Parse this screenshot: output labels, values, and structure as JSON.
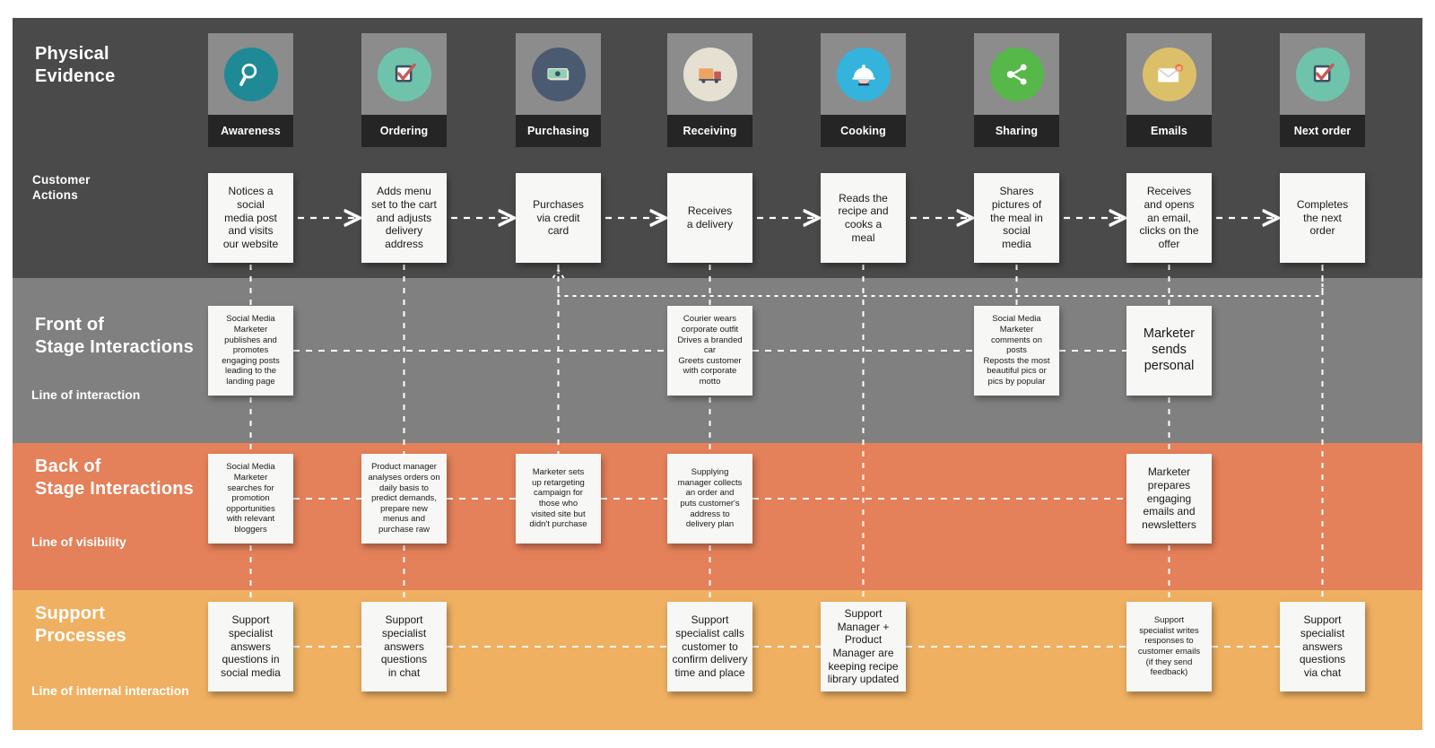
{
  "colors": {
    "band_physical": "#4a4a4a",
    "band_front": "#808080",
    "band_back": "#e4805a",
    "band_support": "#efb061",
    "tile_icon_bg": "#8c8c8c",
    "tile_caption_bg": "#252525",
    "card_bg": "#f7f7f5",
    "teal": "#1f8a96",
    "mint": "#6fc3ab",
    "navy": "#4a5a70",
    "cream": "#e6e0d2",
    "blue": "#34b3dc",
    "green": "#55b848",
    "gold": "#dcc069",
    "orange_icon": "#eda463",
    "red": "#c65a54",
    "connector": "#ffffff"
  },
  "rows": {
    "physical_evidence": {
      "title": "Physical\nEvidence"
    },
    "customer_actions": {
      "title": "Customer\nActions"
    },
    "front_stage": {
      "title": "Front of\nStage Interactions"
    },
    "back_stage": {
      "title": "Back of\nStage Interactions"
    },
    "support": {
      "title": "Support\nProcesses"
    }
  },
  "lines": {
    "interaction": "Line of interaction",
    "visibility": "Line of visibility",
    "internal": "Line of internal interaction"
  },
  "stages": [
    {
      "label": "Awareness",
      "icon": "magnifier-icon",
      "circle": "teal"
    },
    {
      "label": "Ordering",
      "icon": "checkbox-tick-icon",
      "circle": "mint"
    },
    {
      "label": "Purchasing",
      "icon": "banknotes-icon",
      "circle": "navy"
    },
    {
      "label": "Receiving",
      "icon": "delivery-truck-icon",
      "circle": "cream"
    },
    {
      "label": "Cooking",
      "icon": "cloche-dish-icon",
      "circle": "blue"
    },
    {
      "label": "Sharing",
      "icon": "share-nodes-icon",
      "circle": "green"
    },
    {
      "label": "Emails",
      "icon": "envelope-alert-icon",
      "circle": "gold"
    },
    {
      "label": "Next order",
      "icon": "checkbox-tick-icon",
      "circle": "mint"
    }
  ],
  "customer_actions": [
    "Notices a\nsocial\nmedia post\nand visits\nour website",
    "Adds menu\nset to the cart\nand adjusts\ndelivery\naddress",
    "Purchases\nvia credit\ncard",
    "Receives\na delivery",
    "Reads the\nrecipe and\ncooks a\nmeal",
    "Shares\npictures of\nthe meal in\nsocial\nmedia",
    "Receives\nand opens\nan email,\nclicks on the\noffer",
    "Completes\nthe next\norder"
  ],
  "front_stage": [
    "Social Media\nMarketer\npublishes and\npromotes\nengaging posts\nleading to the\nlanding page",
    null,
    null,
    "Courier wears\ncorporate outfit\nDrives a branded\ncar\nGreets customer\nwith corporate\nmotto",
    null,
    "Social Media\nMarketer\ncomments on\nposts\nReposts the most\nbeautiful pics or\npics by popular",
    "Marketer\nsends\npersonal",
    null
  ],
  "back_stage": [
    "Social Media\nMarketer\nsearches for\npromotion\nopportunities\nwith relevant\nbloggers",
    "Product manager\nanalyses orders on\ndaily basis to\npredict demands,\nprepare new\nmenus and\npurchase raw",
    "Marketer sets\nup retargeting\ncampaign for\nthose who\nvisited site but\ndidn't purchase",
    "Supplying\nmanager collects\nan order and\nputs customer's\naddress to\ndelivery plan",
    null,
    null,
    "Marketer\nprepares\nengaging\nemails and\nnewsletters",
    null
  ],
  "support": [
    "Support\nspecialist\nanswers\nquestions in\nsocial media",
    "Support specialist\nanswers questions\nin chat",
    null,
    "Support\nspecialist calls\ncustomer to\nconfirm delivery\ntime and place",
    "Support\nManager +\nProduct\nManager are\nkeeping recipe\nlibrary updated",
    null,
    "Support\nspecialist writes\nresponses to\ncustomer emails\n(if they send\nfeedback)",
    "Support\nspecialist\nanswers\nquestions\nvia chat"
  ]
}
